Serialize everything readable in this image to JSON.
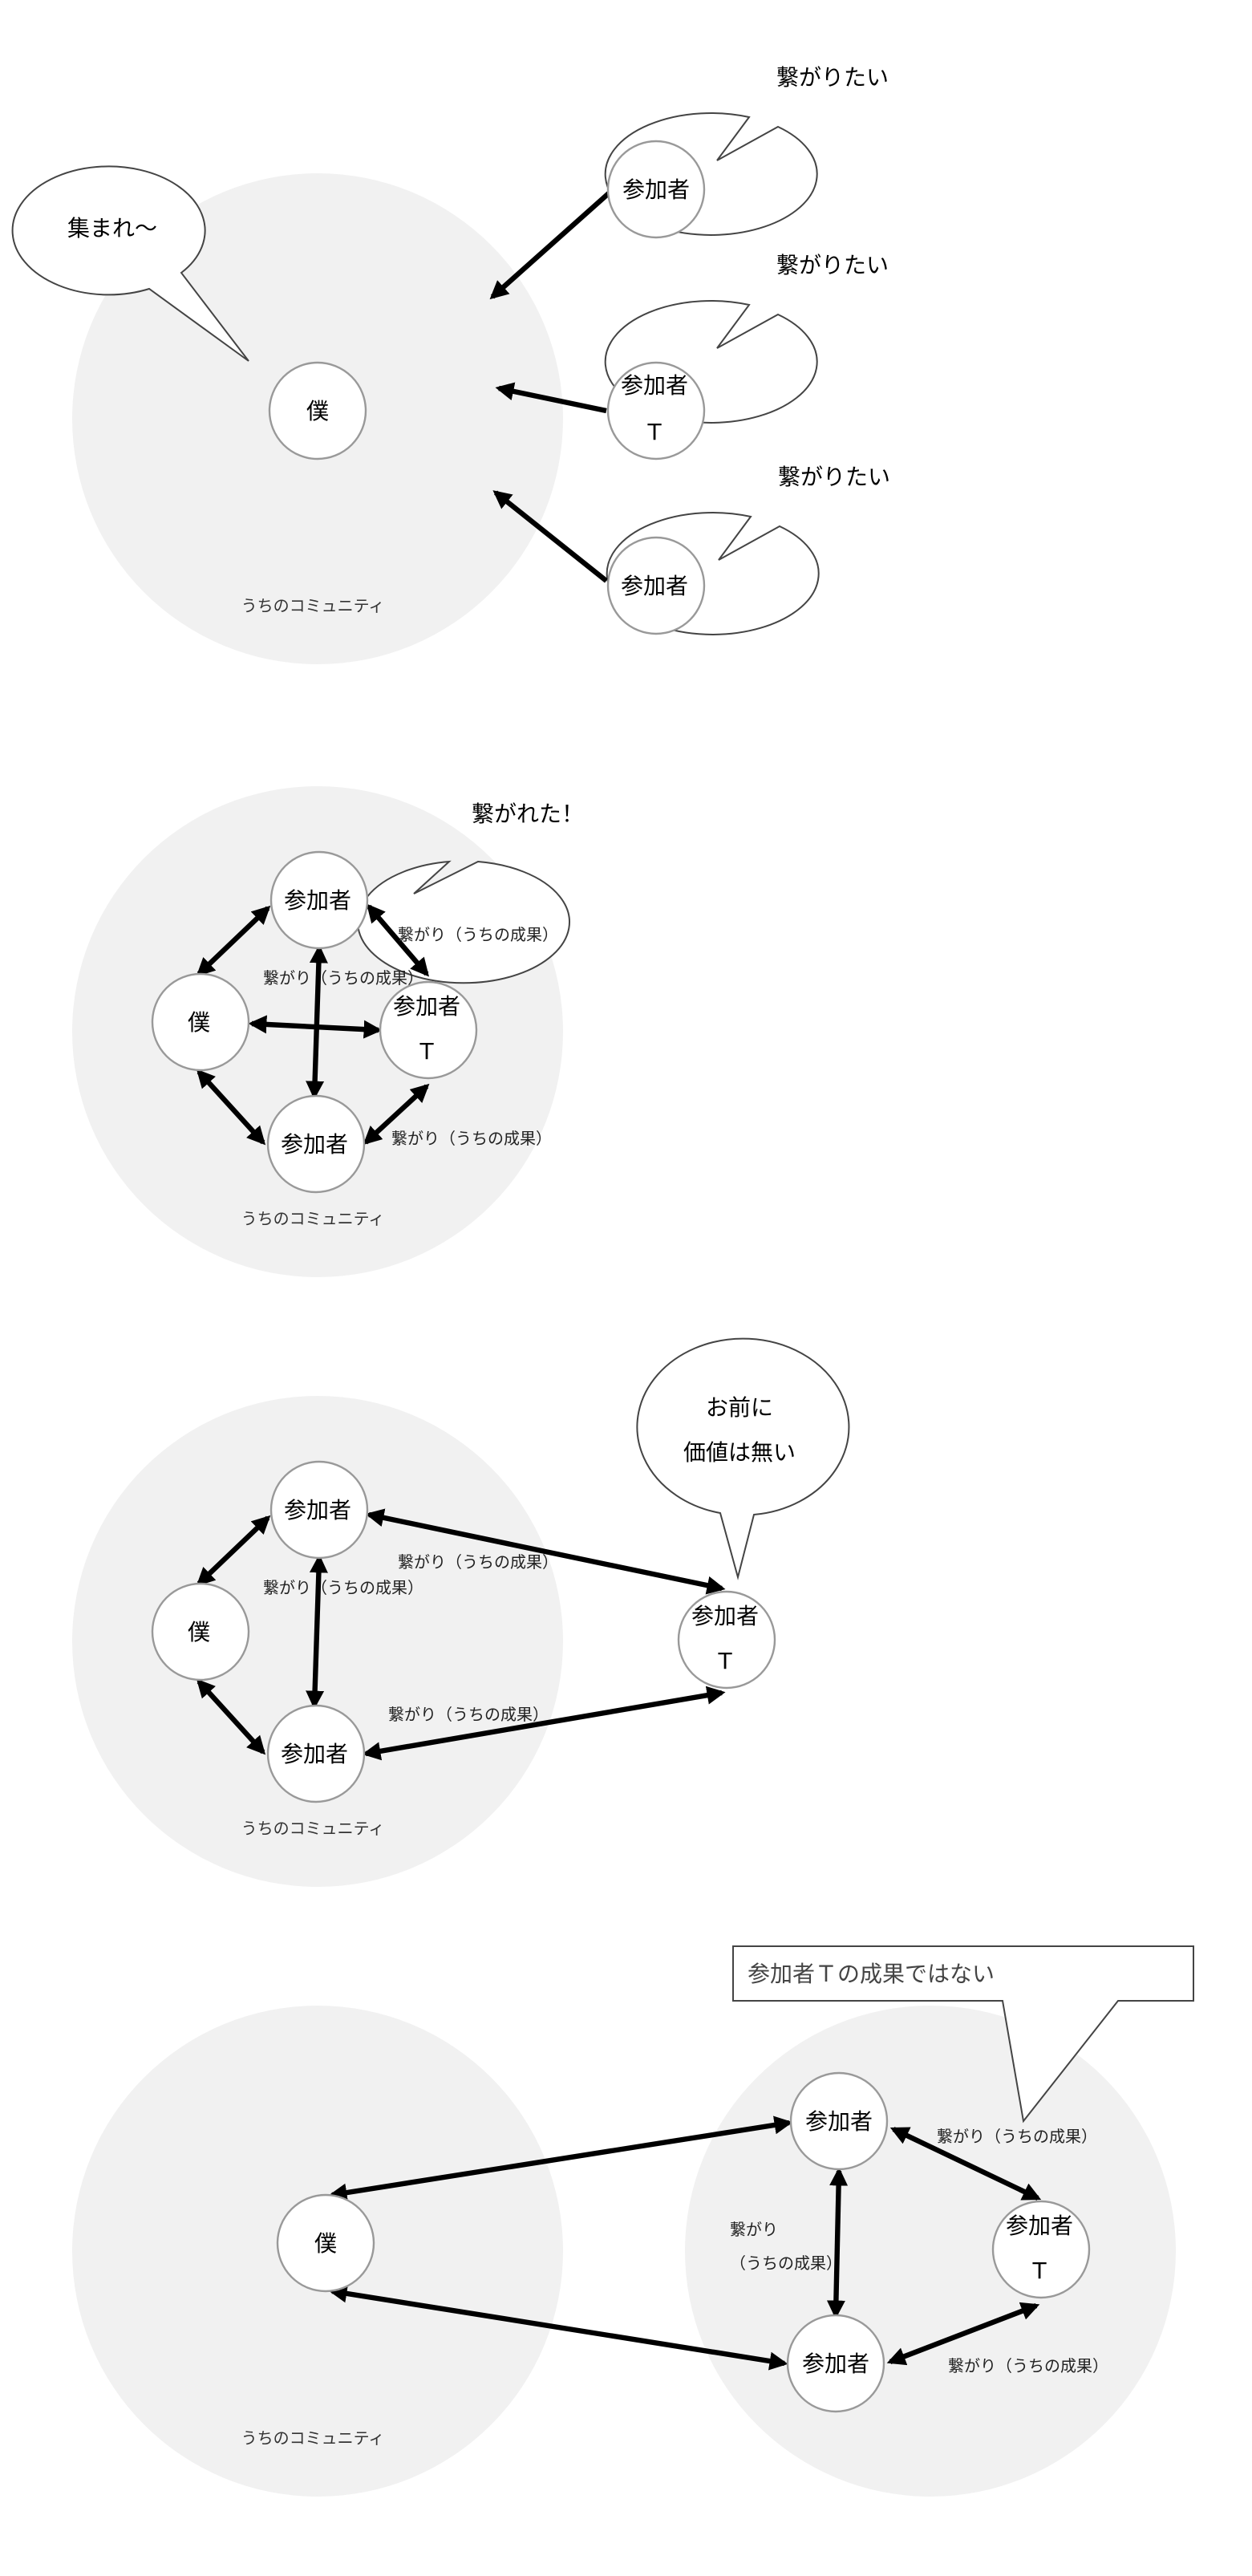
{
  "community_label": "うちのコミュニティ",
  "nodes": {
    "me": "僕",
    "participant": "参加者",
    "t_suffix": "T"
  },
  "panel1": {
    "me_bubble": "集まれ〜",
    "participant_bubble": "繋がりたい"
  },
  "panel2": {
    "bubble": "繋がれた！",
    "edge_label": "繋がり（うちの成果）"
  },
  "panel3": {
    "bubble_line1": "お前に",
    "bubble_line2": "価値は無い",
    "edge_label": "繋がり（うちの成果）"
  },
  "panel4": {
    "callout": "参加者Ｔの成果ではない",
    "edge_label": "繋がり（うちの成果）",
    "edge_label_line1": "繋がり",
    "edge_label_line2": "（うちの成果）"
  }
}
